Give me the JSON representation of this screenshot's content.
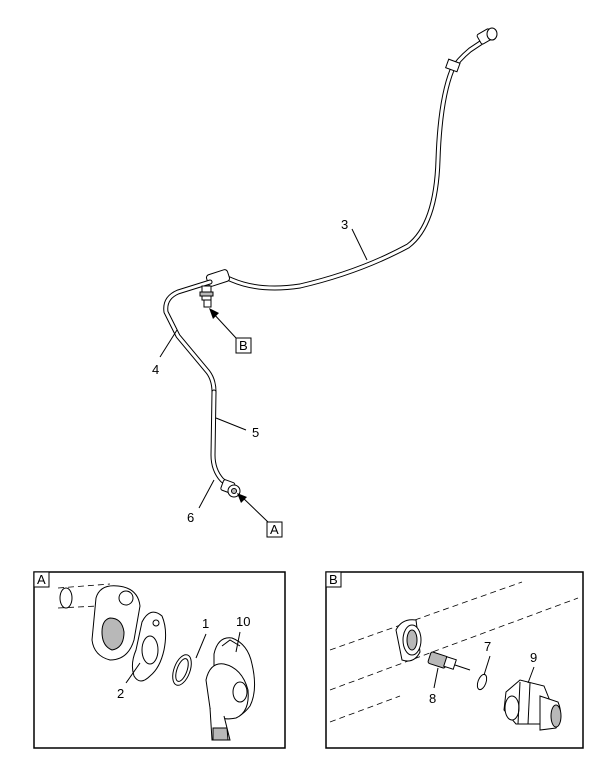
{
  "callouts": {
    "c1": "1",
    "c2": "2",
    "c3": "3",
    "c4": "4",
    "c5": "5",
    "c6": "6",
    "c7": "7",
    "c8": "8",
    "c9": "9",
    "c10": "10"
  },
  "view_labels": {
    "a": "A",
    "b": "B"
  }
}
